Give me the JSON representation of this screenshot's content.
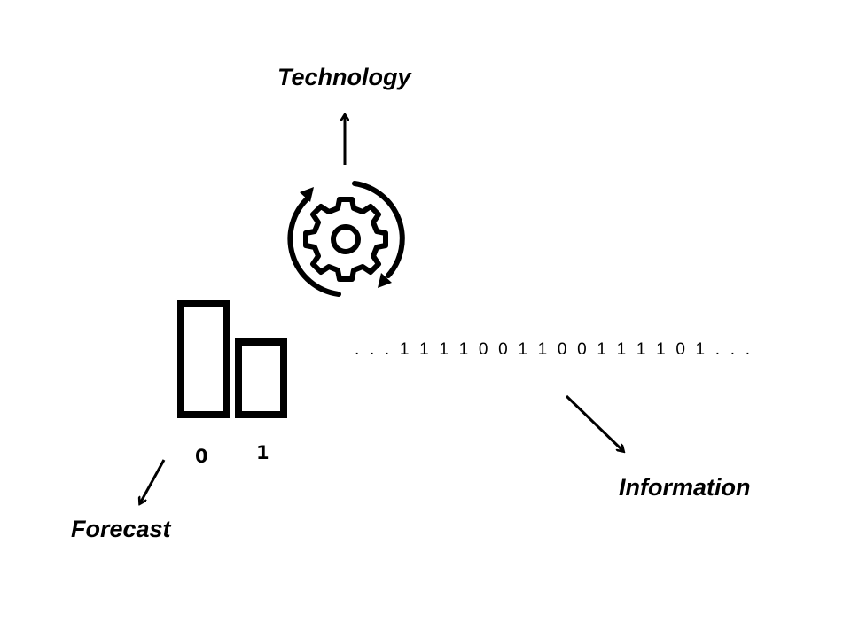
{
  "labels": {
    "technology": "Technology",
    "forecast": "Forecast",
    "information": "Information"
  },
  "bars": {
    "left_label": "0",
    "right_label": "1"
  },
  "binary_stream": ". . . 1 1 1 1 0 0 1 1 0 0 1 1 1 1 0 1 . . .",
  "icons": [
    "gear-cycle-icon",
    "bar-chart-icon"
  ],
  "colors": {
    "ink": "#000000",
    "background": "#ffffff"
  }
}
